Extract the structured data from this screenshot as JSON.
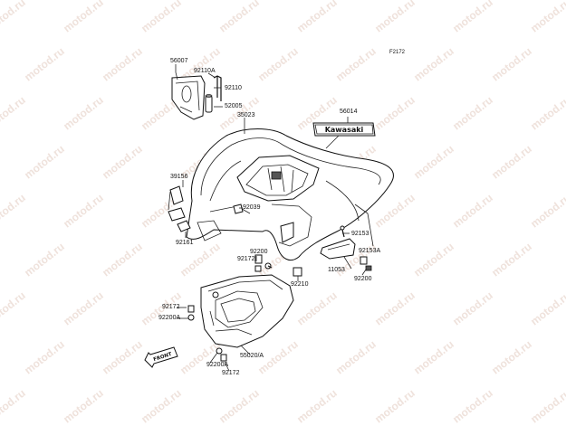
{
  "diagram_code": "F2172",
  "watermark": "motod.ru",
  "badge_text": "Kawasaki",
  "front_text": "FRONT",
  "parts": {
    "p56007": "56007",
    "p92110a": "92110A",
    "p92110": "92110",
    "p52005": "52005",
    "p35023": "35023",
    "p56014": "56014",
    "p39156": "39156",
    "p92039": "92039",
    "p92161": "92161",
    "p92153": "92153",
    "p92200_mid": "92200",
    "p92172_mid": "92172",
    "p92153a": "92153A",
    "p11053": "11053",
    "p92200_right": "92200",
    "p92210": "92210",
    "p92172_l": "92172",
    "p92200a_l": "92200A",
    "p92200a_b": "92200A",
    "p55020": "55020/A",
    "p92172_b": "92172"
  }
}
